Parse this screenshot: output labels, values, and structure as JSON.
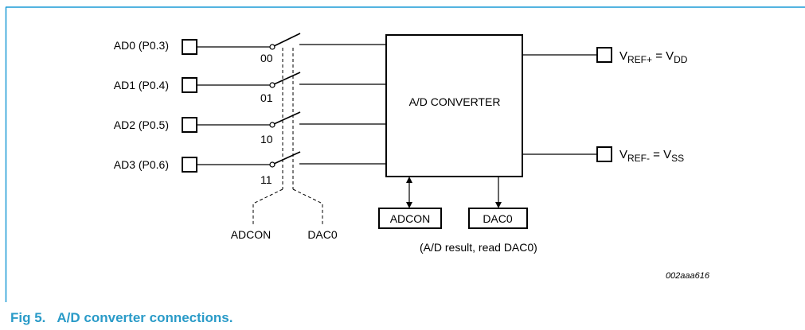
{
  "figure": {
    "caption_number": "Fig 5.",
    "caption_text": "A/D converter connections.",
    "id_code": "002aaa616",
    "frame_color": "#1a9ad6"
  },
  "inputs": [
    {
      "label": "AD0 (P0.3)",
      "code": "00"
    },
    {
      "label": "AD1 (P0.4)",
      "code": "01"
    },
    {
      "label": "AD2 (P0.5)",
      "code": "10"
    },
    {
      "label": "AD3 (P0.6)",
      "code": "11"
    }
  ],
  "converter": {
    "label": "A/D CONVERTER"
  },
  "registers": {
    "adcon": "ADCON",
    "dac0": "DAC0"
  },
  "register_note": "(A/D result, read DAC0)",
  "select_labels": {
    "adcon": "ADCON",
    "dac0": "DAC0"
  },
  "outputs": {
    "vref_plus": {
      "sym": "V",
      "sub": "REF+",
      "eq": " = V",
      "sub2": "DD"
    },
    "vref_minus": {
      "sym": "V",
      "sub": "REF-",
      "eq": " = V",
      "sub2": "SS"
    }
  }
}
